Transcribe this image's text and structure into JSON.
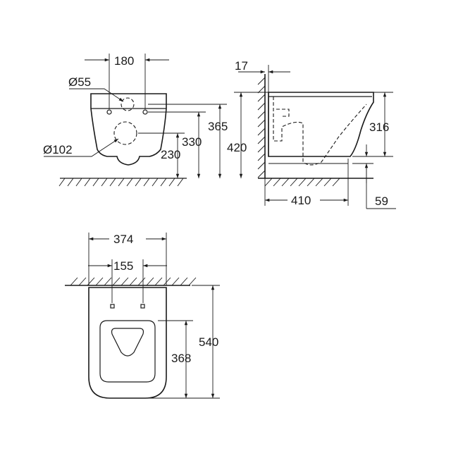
{
  "drawing": {
    "front_view": {
      "dimensions": {
        "bolt_spacing": "180",
        "inlet_diameter": "Ø55",
        "outlet_diameter": "Ø102",
        "inlet_height": "365",
        "bolt_height": "330",
        "outlet_height": "230",
        "total_height": "420"
      }
    },
    "side_view": {
      "dimensions": {
        "wall_offset": "17",
        "bowl_height": "316",
        "projection": "410",
        "rim_offset": "59"
      }
    },
    "top_view": {
      "dimensions": {
        "width": "374",
        "bolt_spacing": "155",
        "length": "540",
        "seat_depth": "368"
      }
    }
  }
}
